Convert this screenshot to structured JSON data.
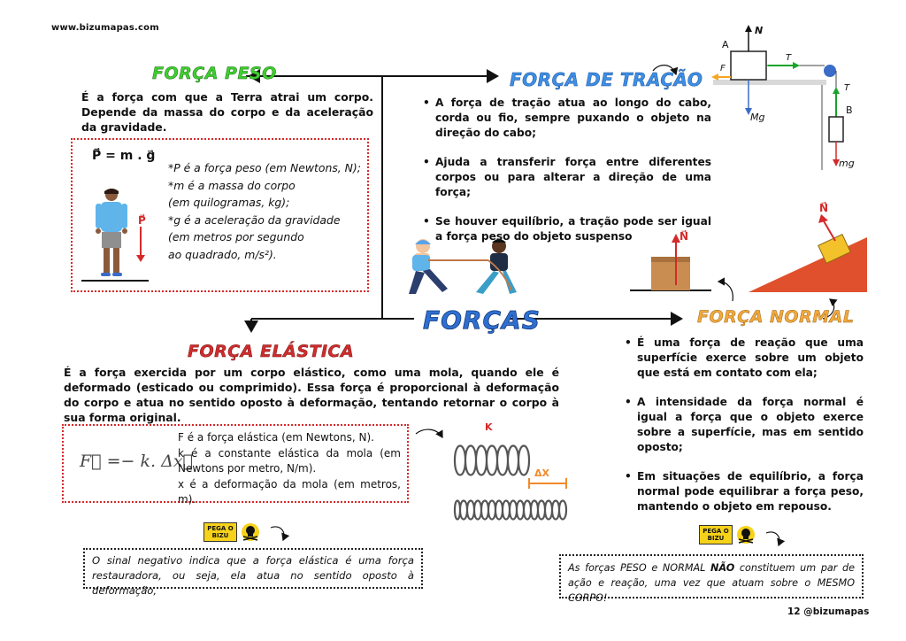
{
  "site": "www.bizumapas.com",
  "center_title": "FORÇAS",
  "peso": {
    "title": "FORÇA PESO",
    "description": "É a força com que a Terra atrai um corpo. Depende da massa do corpo e da aceleração da gravidade.",
    "formula": "P⃗ = m . g⃗",
    "defs": [
      "*P é a força peso (em Newtons, N);",
      "*m é a massa do corpo",
      "(em quilogramas, kg);",
      "*g é a aceleração da gravidade",
      "(em metros por segundo",
      "ao quadrado, m/s²)."
    ],
    "arrow_label": "P⃗"
  },
  "tracao": {
    "title": "FORÇA DE TRAÇÃO",
    "items": [
      "A força de tração atua ao longo do cabo, corda ou fio, sempre puxando o objeto na direção do cabo;",
      "Ajuda a transferir força entre diferentes corpos ou para alterar a direção de uma força;",
      "Se houver equilíbrio, a tração pode ser igual a força peso do objeto suspenso"
    ],
    "diagram": {
      "N": "N",
      "A": "A",
      "F": "F",
      "T1": "T",
      "T2": "T",
      "B": "B",
      "Mg": "Mg",
      "mg": "mg"
    }
  },
  "normal": {
    "title": "FORÇA NORMAL",
    "items": [
      "É uma força de reação que uma superfície exerce sobre um objeto que está em contato com ela;",
      "A intensidade da força normal é igual a força que o objeto exerce sobre a superfície, mas em sentido oposto;",
      "Em situações de equilíbrio, a força normal pode equilibrar a força peso, mantendo o objeto em repouso."
    ],
    "label_box": "N⃗",
    "label_ramp": "N⃗"
  },
  "elastica": {
    "title": "FORÇA ELÁSTICA",
    "description": "É a força exercida por um corpo elástico, como uma mola, quando ele é deformado (esticado ou comprimido). Essa força é proporcional à deformação do corpo e atua no sentido oposto à deformação, tentando retornar o corpo à sua forma original.",
    "formula": "F⃗ =− k. Δx⃗",
    "defs": [
      "F é a força elástica (em Newtons, N).",
      "k é a constante elástica da mola (em Newtons por metro, N/m).",
      "x é a deformação da mola (em metros, m)."
    ],
    "spring_k": "K",
    "spring_dx": "ΔX"
  },
  "bizu": {
    "tag_line1": "PEGA O",
    "tag_line2": "BIZU",
    "left_note": "O sinal negativo indica que a força elástica é uma força restauradora, ou seja, ela atua no sentido oposto à deformação,",
    "right_note_before": "As forças PESO  e NORMAL ",
    "right_note_bold": "NÃO",
    "right_note_after": " constituem um par de ação e reação, uma vez que atuam sobre o MESMO CORPO!"
  },
  "footer": {
    "page": "12",
    "handle": "@bizumapas"
  },
  "colors": {
    "peso": "#3ecf2f",
    "tracao": "#3d8fe6",
    "normal": "#f2a93a",
    "elastica": "#cf2d2d",
    "forcas": "#2f6fd1",
    "box_red": "#d42a2a",
    "ramp": "#e0502d"
  }
}
